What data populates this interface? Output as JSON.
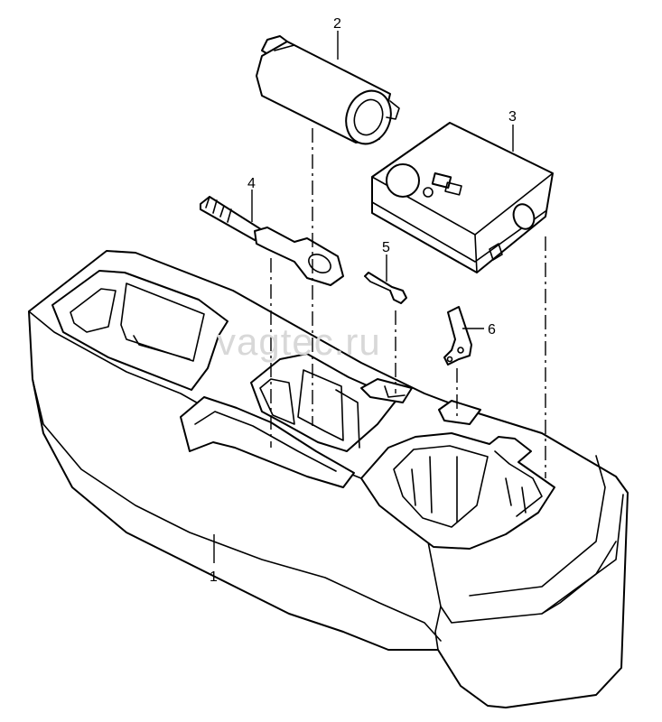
{
  "watermark": "vagtec.ru",
  "callouts": [
    {
      "id": "1",
      "label": "1",
      "part": "foam-tool-tray"
    },
    {
      "id": "2",
      "label": "2",
      "part": "cylinder-adapter"
    },
    {
      "id": "3",
      "label": "3",
      "part": "tyre-inflator-compressor"
    },
    {
      "id": "4",
      "label": "4",
      "part": "towing-eye"
    },
    {
      "id": "5",
      "label": "5",
      "part": "wire-hook"
    },
    {
      "id": "6",
      "label": "6",
      "part": "bracket-clip"
    }
  ],
  "colors": {
    "line": "#000000",
    "background": "#ffffff",
    "watermark": "#d8d8d8"
  }
}
